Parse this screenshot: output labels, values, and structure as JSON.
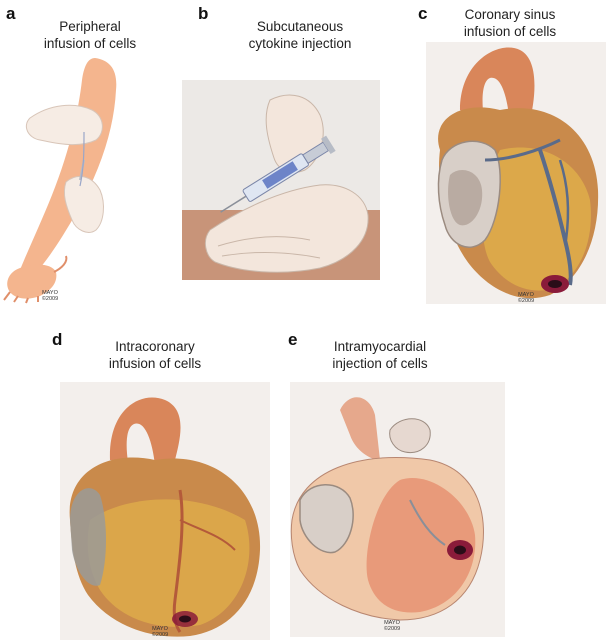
{
  "panels": {
    "a": {
      "letter": "a",
      "caption_l1": "Peripheral",
      "caption_l2": "infusion of cells",
      "mayo_l1": "MAYO",
      "mayo_l2": "©2009"
    },
    "b": {
      "letter": "b",
      "caption_l1": "Subcutaneous",
      "caption_l2": "cytokine injection"
    },
    "c": {
      "letter": "c",
      "caption_l1": "Coronary sinus",
      "caption_l2": "infusion of cells",
      "mayo_l1": "MAYO",
      "mayo_l2": "©2009"
    },
    "d": {
      "letter": "d",
      "caption_l1": "Intracoronary",
      "caption_l2": "infusion of cells",
      "mayo_l1": "MAYO",
      "mayo_l2": "©2009"
    },
    "e": {
      "letter": "e",
      "caption_l1": "Intramyocardial",
      "caption_l2": "injection of cells",
      "mayo_l1": "MAYO",
      "mayo_l2": "©2009"
    }
  },
  "colors": {
    "skin": "#f4b58e",
    "skin_shadow": "#e08f6a",
    "glove": "#f3e6dc",
    "aorta": "#d9865a",
    "myocardium": "#c98a4b",
    "fat": "#e2b24a",
    "vessel_blue": "#5a6b8a",
    "injection_site": "#8a1b3a",
    "background_grey": "#ece9e6"
  },
  "icons": {
    "arm": "arm-illustration-icon",
    "syringe": "syringe-icon",
    "heart": "heart-illustration-icon"
  }
}
